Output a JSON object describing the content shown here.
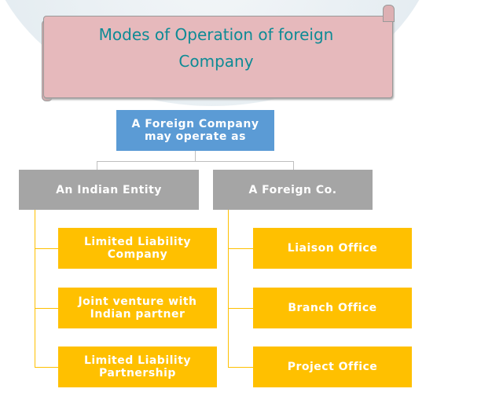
{
  "title": {
    "line1": "Modes of Operation of foreign",
    "line2": "Company"
  },
  "root": "A Foreign Company may operate as",
  "branches": [
    {
      "label": "An Indian Entity",
      "children": [
        "Limited Liability Company",
        "Joint venture with Indian partner",
        "Limited Liability Partnership"
      ]
    },
    {
      "label": "A Foreign Co.",
      "children": [
        "Liaison Office",
        "Branch Office",
        "Project Office"
      ]
    }
  ],
  "colors": {
    "root": "#5b9bd5",
    "branch": "#a5a5a5",
    "leaf": "#ffc000",
    "title": "#0e8b95"
  }
}
